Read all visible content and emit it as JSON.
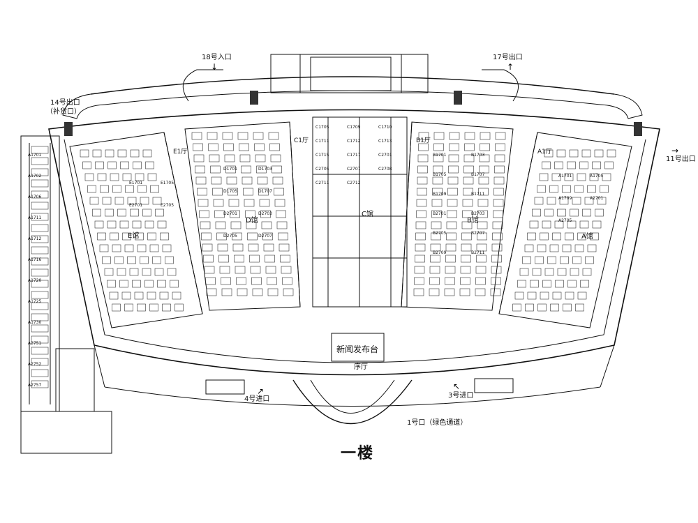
{
  "floor_title": "一楼",
  "entrances": {
    "e18": "18号入口",
    "e17": "17号出口",
    "e14": "14号出口",
    "e14_sub": "（补货口）",
    "e11": "11号出口",
    "e4": "4号进口",
    "e3": "3号进口",
    "e1": "1号口（绿色通道）"
  },
  "halls": {
    "a": "A馆",
    "b": "B馆",
    "c": "C馆",
    "d": "D馆",
    "e": "E馆"
  },
  "hall_lobbies": {
    "a": "A1厅",
    "b": "B1厅",
    "c": "C1厅",
    "e": "E1厅"
  },
  "press_stage": "新闻发布台",
  "prelude_hall": "序厅",
  "booths": {
    "c": [
      "C1705",
      "C1709",
      "C1710",
      "C1711",
      "C1712",
      "C1713",
      "C1715",
      "C1717",
      "C2701",
      "C2705",
      "C2707",
      "C2708",
      "C2711",
      "C2712"
    ],
    "b": [
      "B1701",
      "B1703",
      "B1705",
      "B1707",
      "B1709",
      "B1711",
      "B2701",
      "B2703",
      "B2705",
      "B2707",
      "B2709",
      "B2711"
    ],
    "d": [
      "D1701",
      "D1703",
      "D1705",
      "D1707",
      "D2701",
      "D2703",
      "D2705",
      "D2707"
    ],
    "a": [
      "A1701",
      "A1705",
      "A1709",
      "A2701",
      "A2705"
    ],
    "e": [
      "E1701",
      "E1705",
      "E2701",
      "E2705"
    ],
    "left": [
      "A1701",
      "A1702",
      "A1706",
      "A1711",
      "A1712",
      "A1716",
      "A1720",
      "A1725",
      "A1730",
      "A2751",
      "A2752",
      "A2757"
    ]
  }
}
